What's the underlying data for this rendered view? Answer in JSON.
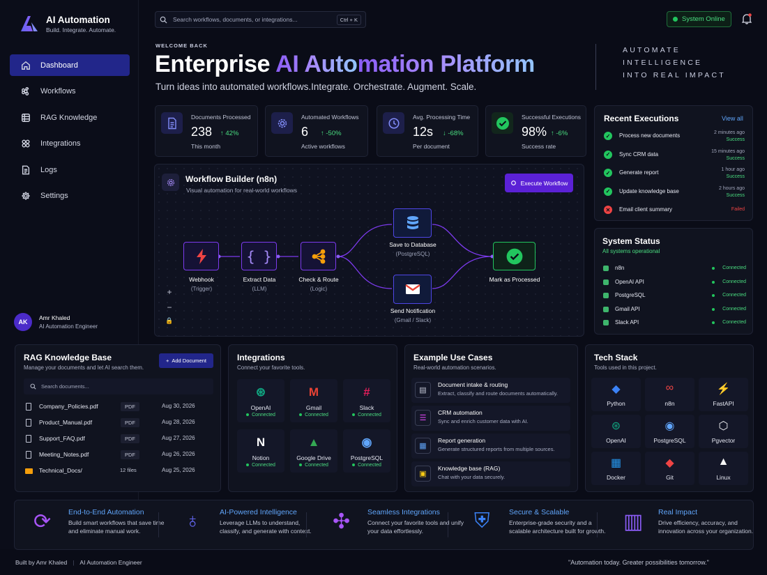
{
  "app": {
    "title": "AI Automation",
    "subtitle": "Build. Integrate. Automate."
  },
  "nav": [
    {
      "label": "Dashboard",
      "icon": "home-icon",
      "active": true
    },
    {
      "label": "Workflows",
      "icon": "command-icon"
    },
    {
      "label": "RAG Knowledge",
      "icon": "database-icon"
    },
    {
      "label": "Integrations",
      "icon": "plug-icon"
    },
    {
      "label": "Logs",
      "icon": "document-icon"
    },
    {
      "label": "Settings",
      "icon": "gear-icon"
    }
  ],
  "user": {
    "initials": "AK",
    "name": "Amr Khaled",
    "role": "AI Automation Engineer"
  },
  "search": {
    "placeholder": "Search workflows, documents, or integrations...",
    "shortcut": "Ctrl + K"
  },
  "status_pill": "System Online",
  "hero": {
    "welcome": "WELCOME BACK",
    "title_plain": "Enterprise",
    "title_grad_1": "AI Auto",
    "title_grad_2": "mation Platform",
    "subtitle": "Turn ideas into automated workflows.Integrate. Orchestrate. Augment. Scale.",
    "tagline": [
      "AUTOMATE",
      "INTELLIGENCE",
      "INTO REAL IMPACT"
    ]
  },
  "stats": [
    {
      "label": "Documents Processed",
      "value": "238",
      "delta": "42%",
      "sub": "This month",
      "icon": "document-icon",
      "color": "#6366f1"
    },
    {
      "label": "Automated Workflows",
      "value": "6",
      "delta": "-50%",
      "sub": "Active workflows",
      "icon": "gear-icon",
      "color": "#6366f1"
    },
    {
      "label": "Avg. Processing Time",
      "value": "12s",
      "delta": "-68%",
      "sub": "Per document",
      "icon": "clock-icon",
      "color": "#6366f1"
    },
    {
      "label": "Successful Executions",
      "value": "98%",
      "delta": "-6%",
      "sub": "Success rate",
      "icon": "check-icon",
      "color": "#22c55e"
    }
  ],
  "workflow": {
    "title": "Workflow Builder (n8n)",
    "subtitle": "Visual automation for real-world workflows",
    "execute_label": "Execute Workflow",
    "nodes": [
      {
        "name": "Webhook",
        "sub": "(Trigger)"
      },
      {
        "name": "Extract Data",
        "sub": "(LLM)"
      },
      {
        "name": "Check & Route",
        "sub": "(Logic)"
      },
      {
        "name": "Save to Database",
        "sub": "(PostgreSQL)"
      },
      {
        "name": "Send Notification",
        "sub": "(Gmail / Slack)"
      },
      {
        "name": "Mark as Processed",
        "sub": ""
      }
    ],
    "controls": [
      "+",
      "−",
      "🔒"
    ]
  },
  "recent": {
    "title": "Recent Executions",
    "view_all": "View all",
    "items": [
      {
        "name": "Process new documents",
        "time": "2 minutes ago",
        "status": "Success",
        "ok": true
      },
      {
        "name": "Sync CRM data",
        "time": "15 minutes ago",
        "status": "Success",
        "ok": true
      },
      {
        "name": "Generate report",
        "time": "1 hour ago",
        "status": "Success",
        "ok": true
      },
      {
        "name": "Update knowledge base",
        "time": "2 hours ago",
        "status": "Success",
        "ok": true
      },
      {
        "name": "Email client summary",
        "time": "",
        "status": "Failed",
        "ok": false
      }
    ]
  },
  "system": {
    "title": "System Status",
    "subtitle": "All systems operational",
    "items": [
      {
        "name": "n8n",
        "status": "Connected"
      },
      {
        "name": "OpenAI API",
        "status": "Connected"
      },
      {
        "name": "PostgreSQL",
        "status": "Connected"
      },
      {
        "name": "Gmail API",
        "status": "Connected"
      },
      {
        "name": "Slack API",
        "status": "Connected"
      }
    ]
  },
  "rag": {
    "title": "RAG Knowledge Base",
    "subtitle": "Manage your documents and let AI search them.",
    "add_label": "Add Document",
    "search_placeholder": "Search documents...",
    "files": [
      {
        "name": "Company_Policies.pdf",
        "type": "PDF",
        "date": "Aug 30, 2026"
      },
      {
        "name": "Product_Manual.pdf",
        "type": "PDF",
        "date": "Aug 28, 2026"
      },
      {
        "name": "Support_FAQ.pdf",
        "type": "PDF",
        "date": "Aug 27, 2026"
      },
      {
        "name": "Meeting_Notes.pdf",
        "type": "PDF",
        "date": "Aug 26, 2026"
      },
      {
        "name": "Technical_Docs/",
        "type": "12 files",
        "date": "Aug 25, 2026"
      }
    ]
  },
  "integrations": {
    "title": "Integrations",
    "subtitle": "Connect your favorite tools.",
    "items": [
      {
        "name": "OpenAI",
        "status": "Connected",
        "color": "#10a37f"
      },
      {
        "name": "Gmail",
        "status": "Connected",
        "color": "#ea4335"
      },
      {
        "name": "Slack",
        "status": "Connected",
        "color": "#e01e5a"
      },
      {
        "name": "Notion",
        "status": "Connected",
        "color": "#ffffff"
      },
      {
        "name": "Google Drive",
        "status": "Connected",
        "color": "#34a853"
      },
      {
        "name": "PostgreSQL",
        "status": "Connected",
        "color": "#60a5fa"
      }
    ]
  },
  "usecases": {
    "title": "Example Use Cases",
    "subtitle": "Real-world automation scenarios.",
    "items": [
      {
        "title": "Document intake & routing",
        "desc": "Extract, classify and route documents automatically.",
        "color": "#c3c7d6"
      },
      {
        "title": "CRM automation",
        "desc": "Sync and enrich customer data with AI.",
        "color": "#d946ef"
      },
      {
        "title": "Report generation",
        "desc": "Generate structured reports from multiple sources.",
        "color": "#60a5fa"
      },
      {
        "title": "Knowledge base (RAG)",
        "desc": "Chat with your data securely.",
        "color": "#facc15"
      }
    ]
  },
  "tech": {
    "title": "Tech Stack",
    "subtitle": "Tools used in this project.",
    "items": [
      {
        "name": "Python",
        "color": "#3b82f6"
      },
      {
        "name": "n8n",
        "color": "#ef4444"
      },
      {
        "name": "FastAPI",
        "color": "#10b981"
      },
      {
        "name": "OpenAI",
        "color": "#10a37f"
      },
      {
        "name": "PostgreSQL",
        "color": "#60a5fa"
      },
      {
        "name": "Pgvector",
        "color": "#e5e7eb"
      },
      {
        "name": "Docker",
        "color": "#2496ed"
      },
      {
        "name": "Git",
        "color": "#ef4444"
      },
      {
        "name": "Linux",
        "color": "#f5f5f5"
      }
    ]
  },
  "features": [
    {
      "title": "End-to-End Automation",
      "desc": "Build smart workflows that save time and eliminate manual work.",
      "color": "#a855f7"
    },
    {
      "title": "AI-Powered Intelligence",
      "desc": "Leverage LLMs to understand, classify, and generate with context.",
      "color": "#6366f1"
    },
    {
      "title": "Seamless Integrations",
      "desc": "Connect your favorite tools and unify your data effortlessly.",
      "color": "#a855f7"
    },
    {
      "title": "Secure & Scalable",
      "desc": "Enterprise-grade security and a scalable architecture built for growth.",
      "color": "#3b82f6"
    },
    {
      "title": "Real Impact",
      "desc": "Drive efficiency, accuracy, and innovation across your organization.",
      "color": "#8b5cf6"
    }
  ],
  "footer": {
    "left": "Built by Amr Khaled",
    "role": "AI Automation Engineer",
    "quote": "\"Automation today. Greater possibilities tomorrow.\""
  }
}
